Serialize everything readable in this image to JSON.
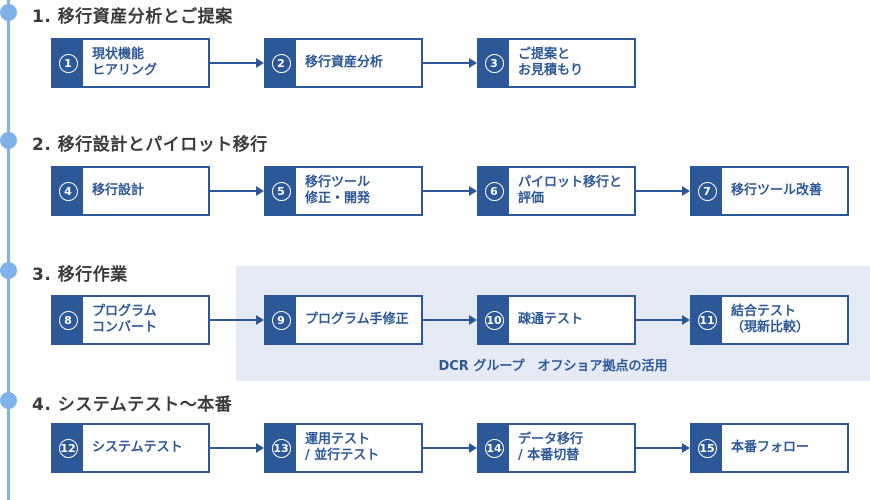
{
  "phases": [
    {
      "title": "1. 移行資産分析とご提案",
      "steps": [
        {
          "num": "1",
          "label": "現状機能\nヒアリング"
        },
        {
          "num": "2",
          "label": "移行資産分析"
        },
        {
          "num": "3",
          "label": "ご提案と\nお見積もり"
        }
      ]
    },
    {
      "title": "2. 移行設計とパイロット移行",
      "steps": [
        {
          "num": "4",
          "label": "移行設計"
        },
        {
          "num": "5",
          "label": "移行ツール\n修正・開発"
        },
        {
          "num": "6",
          "label": "パイロット移行と\n評価"
        },
        {
          "num": "7",
          "label": "移行ツール改善"
        }
      ]
    },
    {
      "title": "3. 移行作業",
      "steps": [
        {
          "num": "8",
          "label": "プログラム\nコンバート"
        },
        {
          "num": "9",
          "label": "プログラム手修正"
        },
        {
          "num": "10",
          "label": "疎通テスト"
        },
        {
          "num": "11",
          "label": "結合テスト\n（現新比較）"
        }
      ],
      "highlight_caption": "DCR グループ　オフショア拠点の活用"
    },
    {
      "title": "4. システムテスト〜本番",
      "steps": [
        {
          "num": "12",
          "label": "システムテスト"
        },
        {
          "num": "13",
          "label": "運用テスト\n/ 並行テスト"
        },
        {
          "num": "14",
          "label": "データ移行\n/ 本番切替"
        },
        {
          "num": "15",
          "label": "本番フォロー"
        }
      ]
    }
  ],
  "colors": {
    "box_border": "#2c5897",
    "timeline": "#7fb2e8",
    "highlight_bg": "#e6eaf4"
  }
}
